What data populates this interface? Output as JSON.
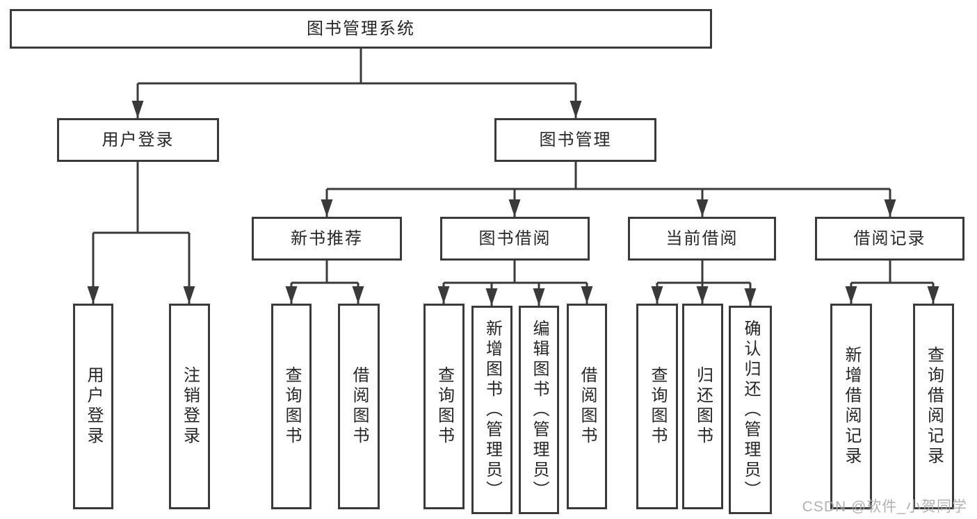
{
  "diagram_title": "图书管理系统",
  "nodes": {
    "root": "图书管理系统",
    "user_login": "用户登录",
    "book_management": "图书管理",
    "new_book_recommend": "新书推荐",
    "book_borrowing": "图书借阅",
    "current_borrowing": "当前借阅",
    "borrowing_records": "借阅记录",
    "leaf_user_login": "用户登录",
    "leaf_logout": "注销登录",
    "leaf_query_book_1": "查询图书",
    "leaf_borrow_book_1": "借阅图书",
    "leaf_query_book_2": "查询图书",
    "leaf_add_book_admin": "新增图书（管理员）",
    "leaf_edit_book_admin": "编辑图书（管理员）",
    "leaf_borrow_book_2": "借阅图书",
    "leaf_query_book_3": "查询图书",
    "leaf_return_book": "归还图书",
    "leaf_confirm_return_admin": "确认归还（管理员）",
    "leaf_add_borrow_record": "新增借阅记录",
    "leaf_query_borrow_record": "查询借阅记录"
  },
  "hierarchy": {
    "图书管理系统": {
      "用户登录": [
        "用户登录",
        "注销登录"
      ],
      "图书管理": {
        "新书推荐": [
          "查询图书",
          "借阅图书"
        ],
        "图书借阅": [
          "查询图书",
          "新增图书（管理员）",
          "编辑图书（管理员）",
          "借阅图书"
        ],
        "当前借阅": [
          "查询图书",
          "归还图书",
          "确认归还（管理员）"
        ],
        "借阅记录": [
          "新增借阅记录",
          "查询借阅记录"
        ]
      }
    }
  },
  "watermark": "CSDN @软件_小贺同学",
  "colors": {
    "line": "#3a3a3a",
    "text": "#262626",
    "background": "#ffffff",
    "watermark": "#a8a8a8"
  }
}
